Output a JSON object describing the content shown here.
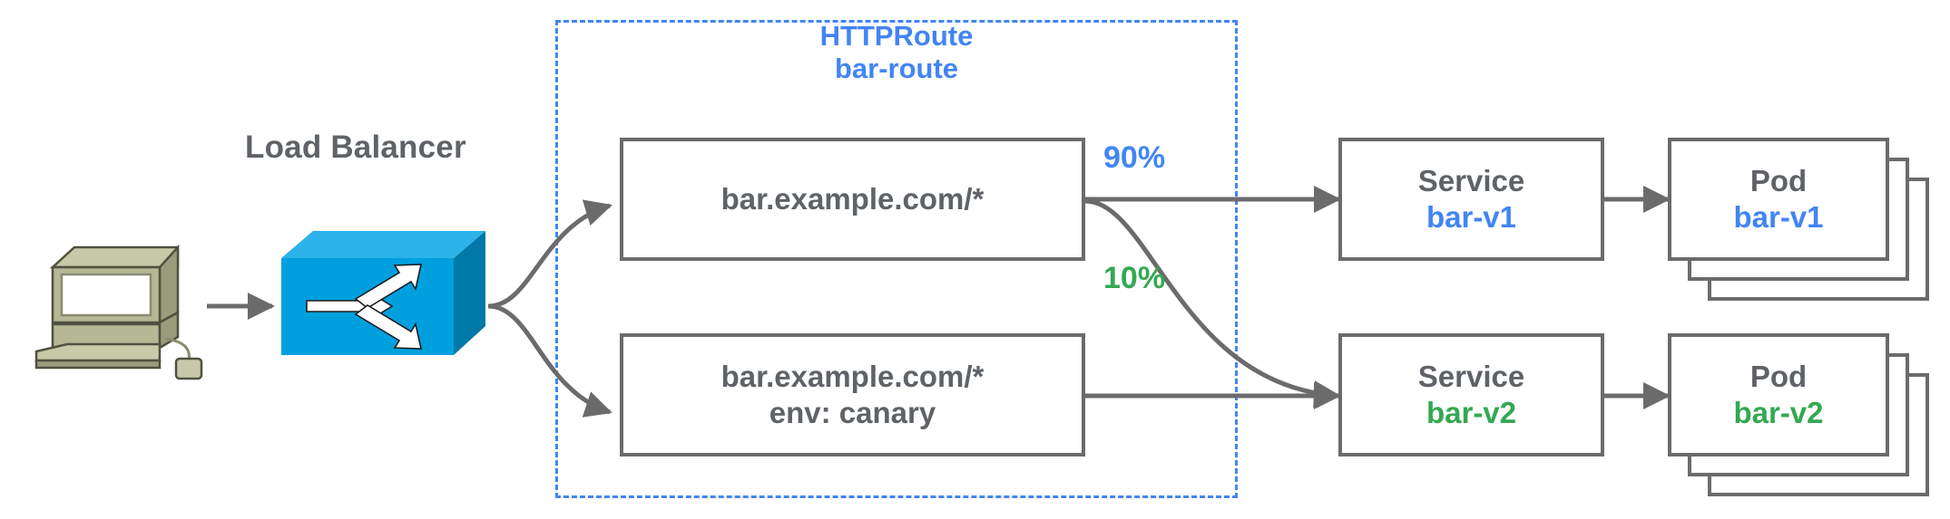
{
  "diagram": {
    "title_present": false,
    "colors": {
      "blue": "#4285f4",
      "green": "#34a853",
      "gray": "#5f6368",
      "stroke_gray": "#6b6b6b",
      "lb_blue": "#00a0df",
      "computer_beige": "#b5b795"
    }
  },
  "client": {
    "icon": "desktop-computer-icon"
  },
  "load_balancer": {
    "label": "Load Balancer",
    "icon": "load-balancer-router-icon"
  },
  "httproute": {
    "kind_label": "HTTPRoute",
    "name_label": "bar-route",
    "rules": [
      {
        "id": "rule-1",
        "lines": [
          "bar.example.com/*"
        ]
      },
      {
        "id": "rule-2",
        "lines": [
          "bar.example.com/*",
          "env: canary"
        ]
      }
    ]
  },
  "weights": [
    {
      "id": "weight-90",
      "label": "90%",
      "color": "#4285f4",
      "from": "rule-1",
      "to": "service-bar-v1"
    },
    {
      "id": "weight-10",
      "label": "10%",
      "color": "#34a853",
      "from": "rule-1",
      "to": "service-bar-v2"
    }
  ],
  "services": [
    {
      "id": "service-bar-v1",
      "kind": "Service",
      "name": "bar-v1",
      "color": "#4285f4"
    },
    {
      "id": "service-bar-v2",
      "kind": "Service",
      "name": "bar-v2",
      "color": "#34a853"
    }
  ],
  "pods": [
    {
      "id": "pod-bar-v1",
      "kind": "Pod",
      "name": "bar-v1",
      "color": "#4285f4",
      "replicas": 3
    },
    {
      "id": "pod-bar-v2",
      "kind": "Pod",
      "name": "bar-v2",
      "color": "#34a853",
      "replicas": 3
    }
  ]
}
